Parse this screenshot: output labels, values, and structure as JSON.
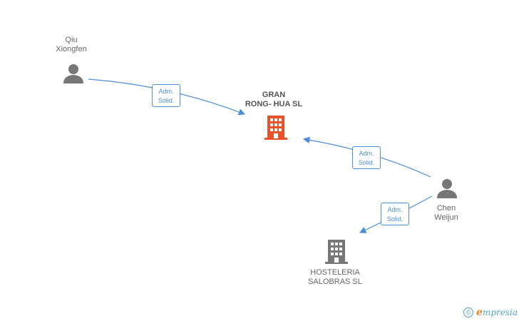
{
  "nodes": {
    "company_main": {
      "line1": "GRAN",
      "line2": "RONG- HUA SL",
      "color": "#e8532a"
    },
    "company_secondary": {
      "line1": "HOSTELERIA",
      "line2": "SALOBRAS SL",
      "color": "#777777"
    },
    "person_qiu": {
      "line1": "Qiu",
      "line2": "Xiongfen",
      "color": "#777777"
    },
    "person_chen": {
      "line1": "Chen",
      "line2": "Weijun",
      "color": "#777777"
    }
  },
  "edges": [
    {
      "line1": "Adm.",
      "line2": "Solid."
    },
    {
      "line1": "Adm.",
      "line2": "Solid."
    },
    {
      "line1": "Adm.",
      "line2": "Solid."
    }
  ],
  "edge_color": "#4a8fd8",
  "footer": {
    "copyright": "©",
    "brand_initial": "e",
    "brand_rest": "mpresia"
  }
}
